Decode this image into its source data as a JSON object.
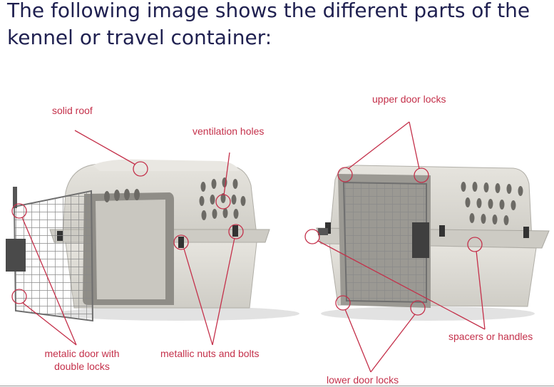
{
  "heading": {
    "line1": "The following image shows the different parts of the",
    "line2": "kennel or travel container:"
  },
  "labels": {
    "solid_roof": "solid roof",
    "ventilation_holes": "ventilation holes",
    "upper_door_locks": "upper door locks",
    "metalic_door_line1": "metalic door with",
    "metalic_door_line2": "double locks",
    "nuts_and_bolts": "metallic nuts and bolts",
    "spacers_or_handles": "spacers or handles",
    "lower_door_locks": "lower door locks"
  },
  "colors": {
    "heading": "#1f2050",
    "annotation": "#c4304a",
    "kennel_body": "#dcdad4",
    "kennel_shadow": "#b9b7b0",
    "door_wire": "#8a8a8a"
  }
}
